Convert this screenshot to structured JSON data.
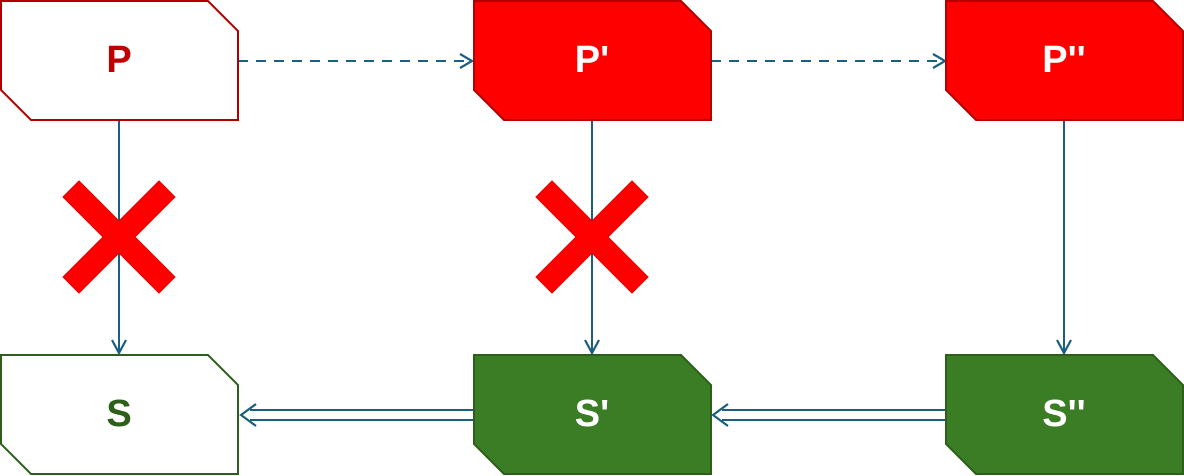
{
  "diagram": {
    "nodes": {
      "p0": {
        "label": "P"
      },
      "p1": {
        "label": "P'"
      },
      "p2": {
        "label": "P''"
      },
      "s0": {
        "label": "S"
      },
      "s1": {
        "label": "S'"
      },
      "s2": {
        "label": "S''"
      }
    }
  },
  "colors": {
    "red": "#ff0000",
    "dark_red": "#b20000",
    "green": "#3a7d24",
    "dark_green": "#2d5f1a",
    "edge_blue": "#1a5f80",
    "white": "#ffffff"
  }
}
